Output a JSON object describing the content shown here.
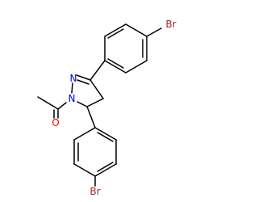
{
  "molecule": {
    "atoms": [
      {
        "id": "br_top",
        "label": "Br",
        "color": "#A52A2A"
      },
      {
        "id": "n1",
        "label": "N",
        "color": "#0000FF"
      },
      {
        "id": "n2",
        "label": "N",
        "color": "#0000FF"
      },
      {
        "id": "o",
        "label": "O",
        "color": "#FF0000"
      },
      {
        "id": "br_bottom",
        "label": "Br",
        "color": "#A52A2A"
      }
    ]
  }
}
